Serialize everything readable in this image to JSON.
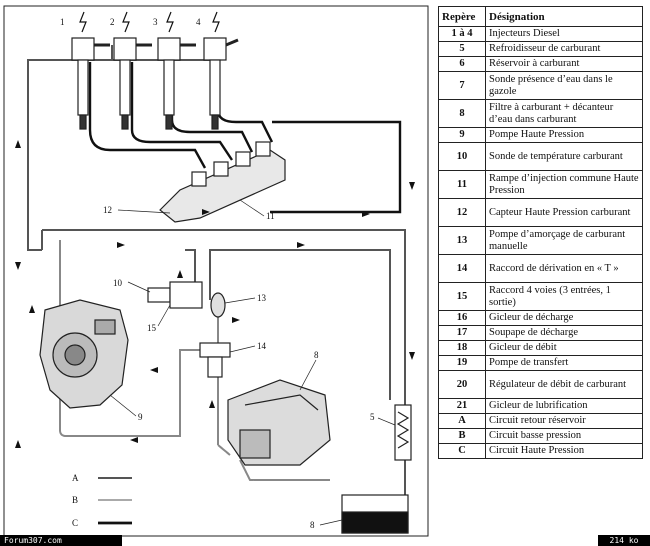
{
  "diagram": {
    "labels": [
      "1",
      "2",
      "3",
      "4",
      "5",
      "8",
      "9",
      "10",
      "11",
      "12",
      "13",
      "14",
      "15"
    ],
    "line_legend": [
      "A",
      "B",
      "C"
    ]
  },
  "table": {
    "headers": [
      "Repère",
      "Désignation"
    ],
    "rows": [
      {
        "num": "1 à 4",
        "des": "Injecteurs Diesel"
      },
      {
        "num": "5",
        "des": "Refroidisseur de carburant"
      },
      {
        "num": "6",
        "des": "Réservoir à carburant"
      },
      {
        "num": "7",
        "des": "Sonde présence d’eau dans le gazole"
      },
      {
        "num": "8",
        "des": "Filtre à carburant + décanteur d’eau dans carburant"
      },
      {
        "num": "9",
        "des": "Pompe Haute Pression"
      },
      {
        "num": "10",
        "des": "Sonde de température carburant"
      },
      {
        "num": "11",
        "des": "Rampe d’injection commune Haute Pression"
      },
      {
        "num": "12",
        "des": "Capteur Haute Pression carburant"
      },
      {
        "num": "13",
        "des": "Pompe d’amorçage de carburant manuelle"
      },
      {
        "num": "14",
        "des": "Raccord de dérivation en « T »"
      },
      {
        "num": "15",
        "des": "Raccord 4 voies (3 entrées, 1 sortie)"
      },
      {
        "num": "16",
        "des": "Gicleur de décharge"
      },
      {
        "num": "17",
        "des": "Soupape de décharge"
      },
      {
        "num": "18",
        "des": "Gicleur de débit"
      },
      {
        "num": "19",
        "des": "Pompe de transfert"
      },
      {
        "num": "20",
        "des": "Régulateur de débit de carburant"
      },
      {
        "num": "21",
        "des": "Gicleur de lubrification"
      },
      {
        "num": "A",
        "des": "Circuit retour réservoir"
      },
      {
        "num": "B",
        "des": "Circuit basse pression"
      },
      {
        "num": "C",
        "des": "Circuit Haute Pression"
      }
    ]
  },
  "footer": {
    "left": "Forum307.com",
    "right": "214 ko"
  }
}
